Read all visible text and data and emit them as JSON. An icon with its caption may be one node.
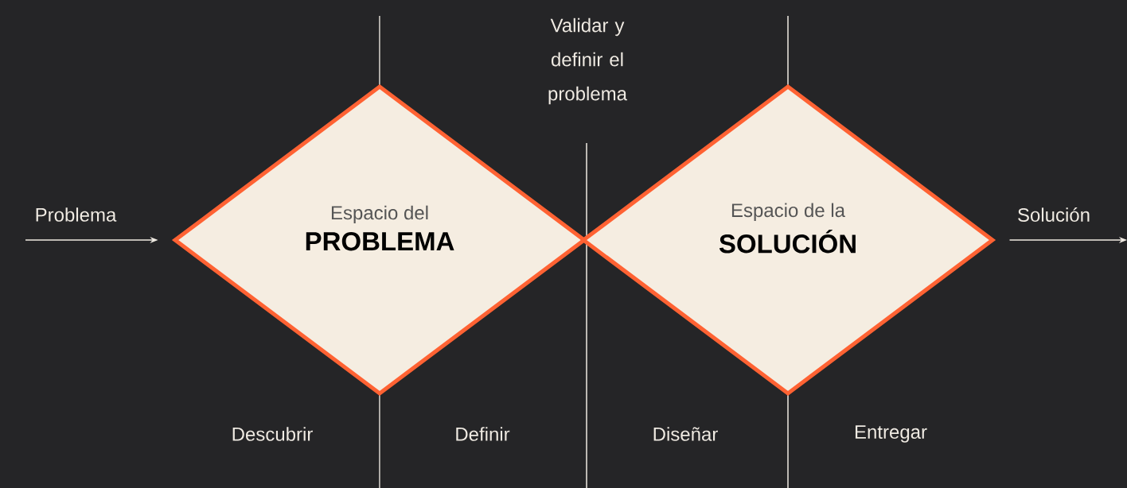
{
  "diagram": {
    "nodes": [
      {
        "text": [
          "Espacio del",
          "PROBLEMA"
        ]
      },
      {
        "text": [
          "Espacio de la",
          "SOLUCIÓN"
        ]
      }
    ],
    "edges": [
      {
        "from": null,
        "to": 0,
        "arrow": "to",
        "label": "Problema"
      },
      {
        "from": 1,
        "to": null,
        "arrow": "to",
        "label": "Solución"
      }
    ],
    "labels": [
      "Validar y definir el problema",
      "Descubrir",
      "Definir",
      "Diseñar",
      "Entregar"
    ]
  }
}
